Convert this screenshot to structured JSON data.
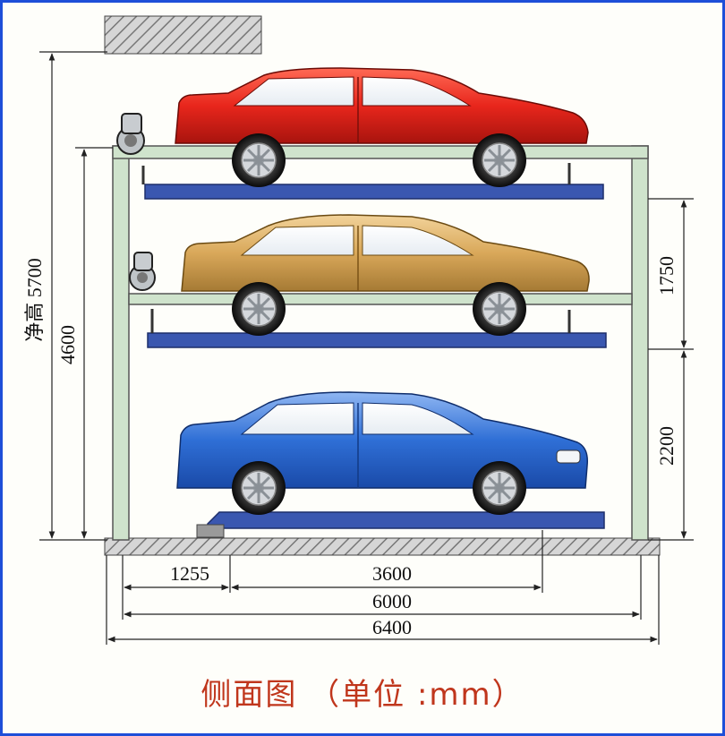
{
  "labels": {
    "clear_height": "净高 5700",
    "total_height": "4600",
    "upper_gap": "1750",
    "lower_gap": "2200",
    "offset": "1255",
    "platform_length": "3600",
    "inner_length": "6000",
    "overall_length": "6400"
  },
  "caption": "侧面图 （单位 :mm）",
  "colors": {
    "frame_border": "#1e4fd8",
    "car_top": "#e8261c",
    "car_middle": "#d9a85a",
    "car_bottom": "#2f6fd6",
    "platform": "#3a57b0",
    "column": "#cfe3cc",
    "caption": "#c0361c"
  }
}
